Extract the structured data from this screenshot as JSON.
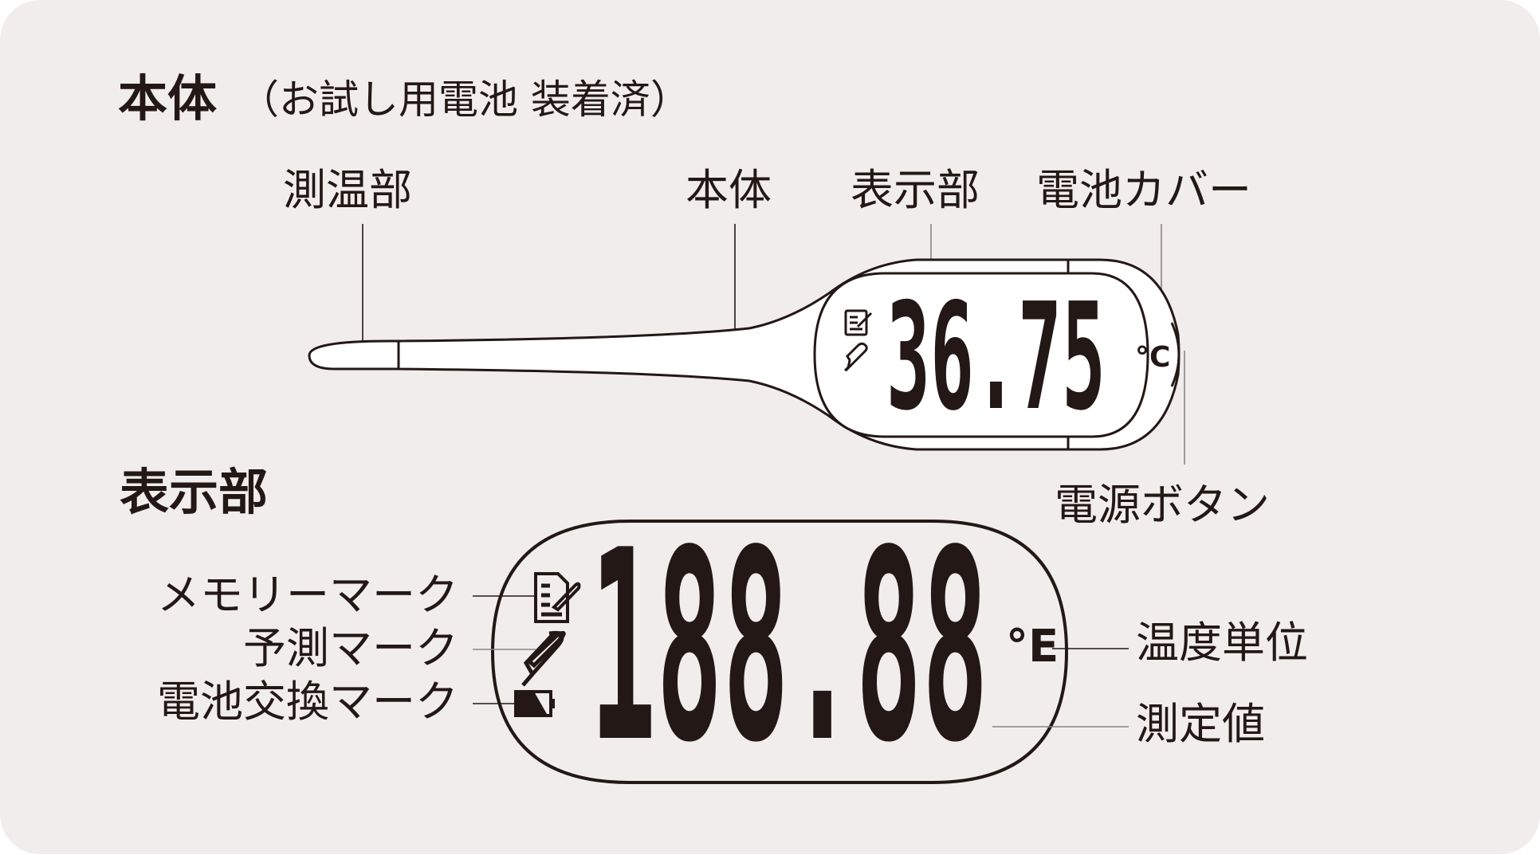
{
  "sections": {
    "body": {
      "heading": "本体",
      "heading_note": "（お試し用電池 装着済）",
      "labels": {
        "sensor": "測温部",
        "body": "本体",
        "display": "表示部",
        "battery_cover": "電池カバー",
        "power_button": "電源ボタン"
      },
      "device_reading": "36.75",
      "device_unit": "°C"
    },
    "display": {
      "heading": "表示部",
      "labels": {
        "memory_mark": "メモリーマーク",
        "prediction_mark": "予測マーク",
        "battery_mark": "電池交換マーク",
        "temp_unit": "温度単位",
        "measured_value": "測定値"
      },
      "lcd_pattern": "188.88",
      "lcd_unit": "°E"
    }
  },
  "colors": {
    "background": "#f2eded",
    "ink": "#231815",
    "device": "#ffffff",
    "leader": "#8a8383"
  }
}
